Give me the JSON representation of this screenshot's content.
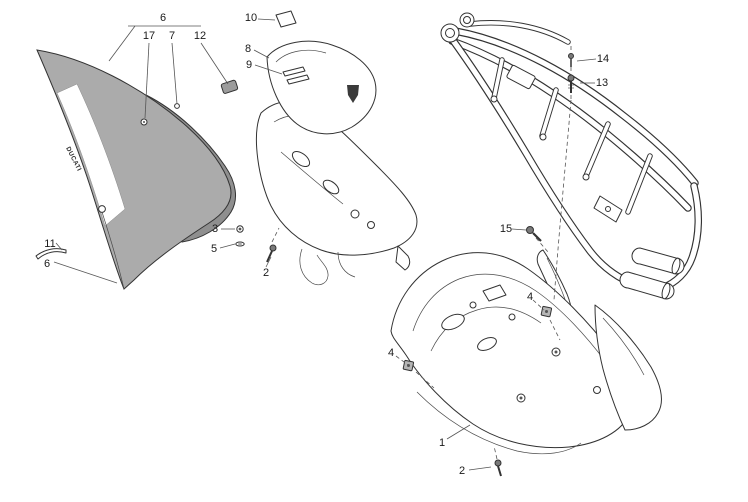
{
  "page": {
    "background": "#ffffff"
  },
  "palette": {
    "line": "#333333",
    "leader": "#555555",
    "panel_fill": "#ababab",
    "panel_dark": "#8f8f8f",
    "stripe": "#ffffff",
    "pad_fill": "#9c9c9c",
    "fastener": "#7a7a7a",
    "grommet": "#b5b5b5"
  },
  "diagram": {
    "logo_text": "DUCATI",
    "callouts": [
      {
        "label": "6"
      },
      {
        "label": "17"
      },
      {
        "label": "7"
      },
      {
        "label": "12"
      },
      {
        "label": "10"
      },
      {
        "label": "8"
      },
      {
        "label": "9"
      },
      {
        "label": "14"
      },
      {
        "label": "13"
      },
      {
        "label": "3"
      },
      {
        "label": "5"
      },
      {
        "label": "2"
      },
      {
        "label": "11"
      },
      {
        "label": "6"
      },
      {
        "label": "15"
      },
      {
        "label": "4"
      },
      {
        "label": "4"
      },
      {
        "label": "1"
      },
      {
        "label": "2"
      }
    ]
  }
}
